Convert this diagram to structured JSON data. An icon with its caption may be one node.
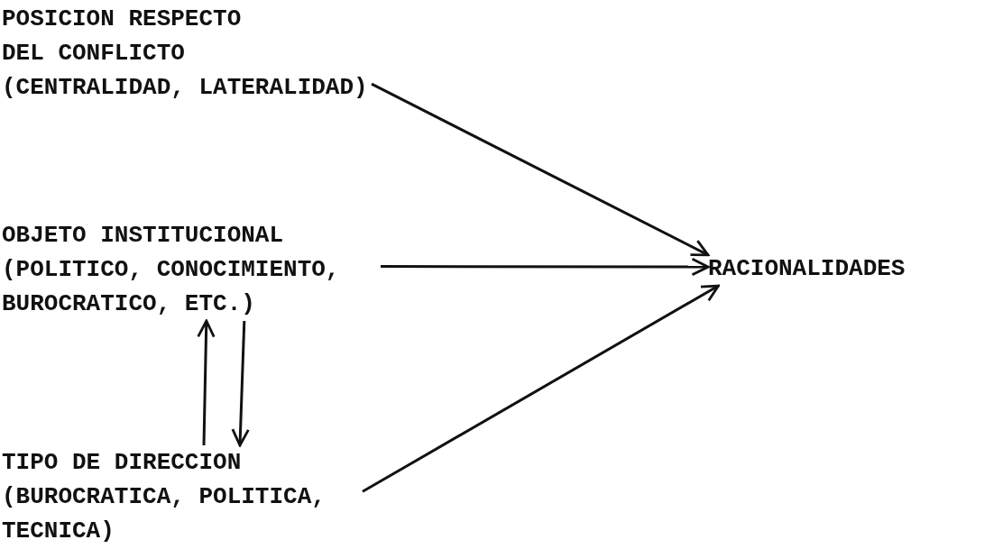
{
  "diagram": {
    "nodes": [
      {
        "text": [
          "POSICION RESPECTO DEL CONFLICTO",
          "(CENTRALIDAD, LATERALIDAD)"
        ]
      },
      {
        "text": [
          "OBJETO INSTITUCIONAL",
          "(POLITICO, CONOCIMIENTO, BUROCRATICO, ETC.)"
        ]
      },
      {
        "text": [
          "TIPO DE DIRECCION",
          "(BUROCRATICA, POLITICA, TECNICA)"
        ]
      },
      {
        "text": [
          "RACIONALIDADES"
        ]
      }
    ],
    "edges": [
      {
        "from": 0,
        "to": 3,
        "arrow": "to"
      },
      {
        "from": 1,
        "to": 3,
        "arrow": "to"
      },
      {
        "from": 2,
        "to": 3,
        "arrow": "to"
      },
      {
        "from": 2,
        "to": 1,
        "arrow": "to"
      },
      {
        "from": 1,
        "to": 2,
        "arrow": "to"
      }
    ]
  }
}
